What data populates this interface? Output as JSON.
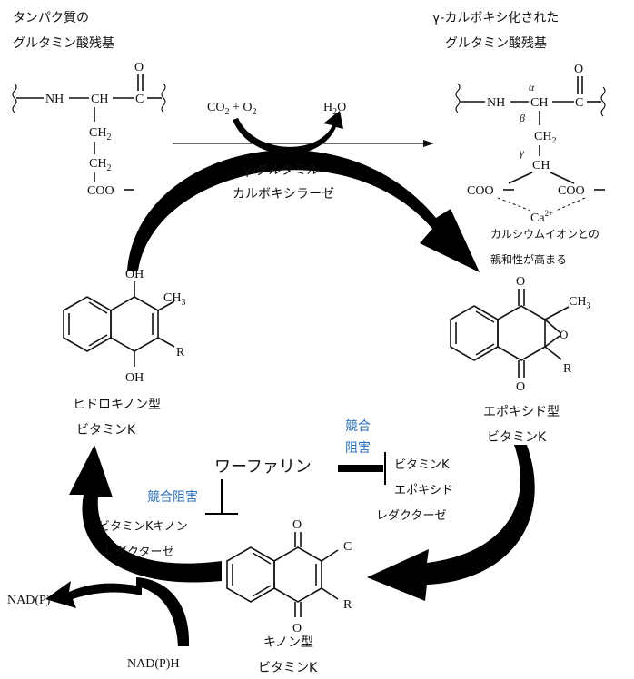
{
  "top_left": {
    "caption_line1": "タンパク質の",
    "caption_line2": "グルタミン酸残基",
    "nh": "NH",
    "ch": "CH",
    "c": "C",
    "o": "O",
    "ch2_a": "CH",
    "ch2_b": "CH",
    "sub2": "2",
    "coo": "COO"
  },
  "top_right": {
    "caption_line1": "γ-カルボキシ化された",
    "caption_line2": "グルタミン酸残基",
    "nh": "NH",
    "ch": "CH",
    "c": "C",
    "o": "O",
    "alpha": "α",
    "beta": "β",
    "gamma": "γ",
    "ch2": "CH",
    "ch_gamma": "CH",
    "sub2": "2",
    "coo_left": "COO",
    "coo_right": "COO",
    "ca": "Ca",
    "ca_charge": "2+",
    "affinity_line1": "カルシウムイオンとの",
    "affinity_line2": "親和性が高まる"
  },
  "reaction": {
    "reactants": "CO",
    "reactant_sub": "2",
    "reactant_plus_o": " + O",
    "reactant_o_sub": "2",
    "product": "H",
    "product_sub": "2",
    "product_o": "O",
    "enzyme_line1": "γ-グルタミル",
    "enzyme_line2": "カルボキシラーゼ"
  },
  "hydroquinone": {
    "oh_top": "OH",
    "oh_bottom": "OH",
    "ch3": "CH",
    "ch3_sub": "3",
    "r": "R",
    "label_line1": "ヒドロキノン型",
    "label_line2": "ビタミンK"
  },
  "epoxide": {
    "o_top": "O",
    "o_bottom": "O",
    "o_ring": "O",
    "ch3": "CH",
    "ch3_sub": "3",
    "r": "R",
    "label_line1": "エポキシド型",
    "label_line2": "ビタミンK"
  },
  "quinone": {
    "o_top": "O",
    "o_bottom": "O",
    "c": "C",
    "r": "R",
    "label_line1": "キノン型",
    "label_line2": "ビタミンK"
  },
  "warfarin": {
    "name": "ワーファリン",
    "inhibit_right_line1": "競合",
    "inhibit_right_line2": "阻害",
    "inhibit_left": "競合阻害",
    "target_right_line1": "ビタミンK",
    "target_right_line2": "エポキシド",
    "target_right_line3": "レダクターゼ",
    "target_left_line1": "ビタミンKキノン",
    "target_left_line2": "レダクターゼ"
  },
  "cofactor": {
    "out_label": "NAD(P)+",
    "in_label": "NAD(P)H"
  },
  "colors": {
    "accent_blue": "#2a6fba",
    "ink": "#111111"
  }
}
